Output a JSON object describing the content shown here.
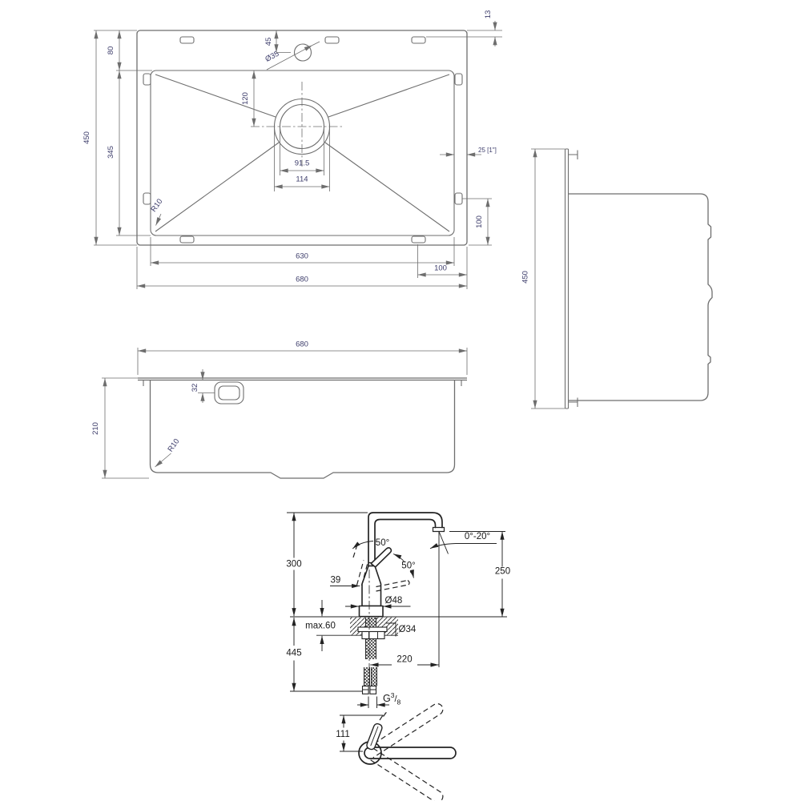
{
  "colors": {
    "background": "#ffffff",
    "sink_line": "#6e6e6e",
    "sink_text": "#3d3d6b",
    "faucet_line": "#232323",
    "faucet_text": "#191919"
  },
  "views": {
    "sink_plan": {
      "dims": {
        "overall_width": "680",
        "bowl_width": "630",
        "overall_depth": "450",
        "bowl_depth": "345",
        "deck_depth": "80",
        "drain_offset": "120",
        "drain_inner_dia": "91.5",
        "drain_outer_dia": "114",
        "rim_width": "25 [1\"]",
        "corner_radius": "R10",
        "hole_offset": "45",
        "hole_dia": "Ø35",
        "lip_offset": "13",
        "clip_offset_bottom": "100",
        "clip_offset_side": "100"
      }
    },
    "sink_side": {
      "dims": {
        "overall_depth": "450"
      }
    },
    "sink_front": {
      "dims": {
        "overall_width": "680",
        "bowl_height": "210",
        "overflow_offset": "32",
        "corner_radius": "R10"
      }
    },
    "faucet_side": {
      "dims": {
        "height_above_counter": "300",
        "height_below_counter": "445",
        "outlet_height": "250",
        "spout_reach": "220",
        "body_dia": "Ø48",
        "hole_dia": "Ø34",
        "counter_thickness": "max.60",
        "handle_angle_left": "50°",
        "handle_angle_right": "50°",
        "spout_tilt": "0°-20°",
        "handle_offset": "39",
        "thread_prefix": "G",
        "thread_numerator": "3",
        "thread_slash": "/",
        "thread_denominator": "8"
      }
    },
    "faucet_top": {
      "dims": {
        "handle_height": "111"
      }
    }
  }
}
